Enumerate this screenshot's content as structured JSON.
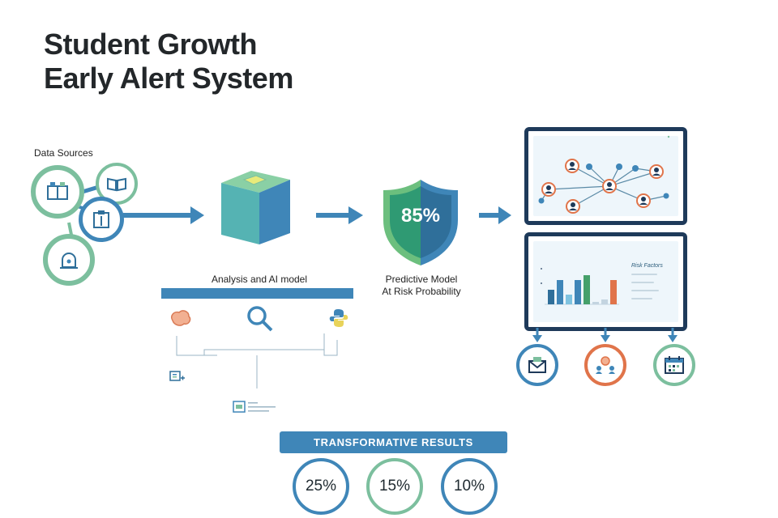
{
  "title": {
    "line1": "Student Growth",
    "line2": "Early Alert System"
  },
  "data_sources": {
    "label": "Data Sources"
  },
  "analysis": {
    "label": "Analysis and AI model"
  },
  "prediction": {
    "value": "85%",
    "label_line1": "Predictive Model",
    "label_line2": "At Risk Probability"
  },
  "dashboard": {
    "panel_title": "Risk Factors"
  },
  "results": {
    "banner": "TRANSFORMATIVE RESULTS",
    "stats": [
      {
        "value": "25%",
        "color": "#3f86b8"
      },
      {
        "value": "15%",
        "color": "#7cbf9e"
      },
      {
        "value": "10%",
        "color": "#3f86b8"
      }
    ]
  },
  "chart_data": {
    "type": "bar",
    "values": [
      3,
      5,
      2,
      5,
      6,
      0.5,
      1,
      5
    ],
    "colors": [
      "#2f6f9a",
      "#3f86b8",
      "#7fc3e0",
      "#3f86b8",
      "#45a06a",
      "#c3d4e0",
      "#c3d4e0",
      "#e0744a"
    ]
  },
  "colors": {
    "accent_blue": "#3f86b8",
    "accent_green": "#7cbf9e",
    "navy": "#1e3a5a",
    "orange": "#e0744a"
  }
}
